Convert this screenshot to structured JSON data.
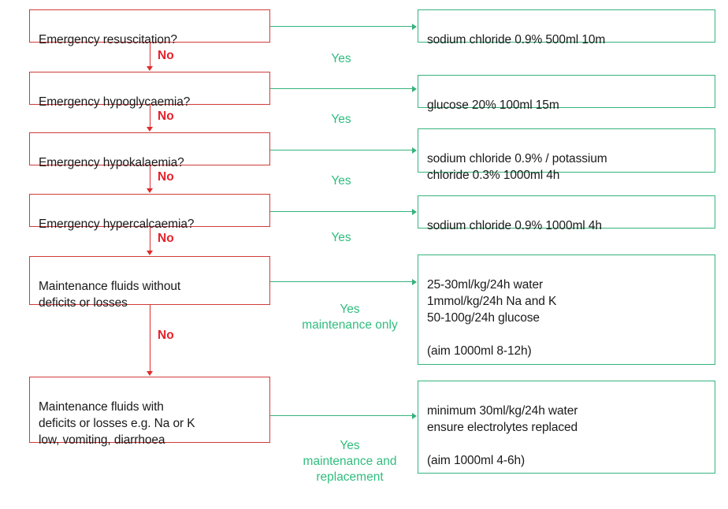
{
  "diagram": {
    "title": "IV fluid prescribing decision flowchart",
    "colors": {
      "decision_border": "#d03a3a",
      "action_border": "#36b37e",
      "no_arrow": "#e02b2b",
      "no_label": "#e8202a",
      "yes_label": "#2fbd7e",
      "text": "#1a1a1a",
      "background": "#ffffff"
    },
    "decisions": [
      {
        "id": "d1",
        "text": "Emergency resuscitation?"
      },
      {
        "id": "d2",
        "text": "Emergency hypoglycaemia?"
      },
      {
        "id": "d3",
        "text": "Emergency hypokalaemia?"
      },
      {
        "id": "d4",
        "text": "Emergency hypercalcaemia?"
      },
      {
        "id": "d5",
        "text": "Maintenance fluids without\ndeficits or losses"
      },
      {
        "id": "d6",
        "text": "Maintenance fluids with\ndeficits or losses e.g. Na or K\nlow, vomiting, diarrhoea"
      }
    ],
    "actions": [
      {
        "id": "a1",
        "text": "sodium chloride 0.9% 500ml 10m"
      },
      {
        "id": "a2",
        "text": "glucose 20% 100ml 15m"
      },
      {
        "id": "a3",
        "text": "sodium chloride 0.9% / potassium\nchloride 0.3% 1000ml 4h"
      },
      {
        "id": "a4",
        "text": "sodium chloride 0.9% 1000ml 4h"
      },
      {
        "id": "a5",
        "text": "25-30ml/kg/24h water\n1mmol/kg/24h Na and K\n50-100g/24h glucose\n\n(aim 1000ml 8-12h)"
      },
      {
        "id": "a6",
        "text": "minimum 30ml/kg/24h water\nensure electrolytes replaced\n\n(aim 1000ml 4-6h)"
      }
    ],
    "yes_labels": [
      {
        "id": "y1",
        "text": "Yes"
      },
      {
        "id": "y2",
        "text": "Yes"
      },
      {
        "id": "y3",
        "text": "Yes"
      },
      {
        "id": "y4",
        "text": "Yes"
      },
      {
        "id": "y5",
        "text": "Yes\nmaintenance only"
      },
      {
        "id": "y6",
        "text": "Yes\nmaintenance and\nreplacement"
      }
    ],
    "no_labels": [
      {
        "id": "n1",
        "text": "No"
      },
      {
        "id": "n2",
        "text": "No"
      },
      {
        "id": "n3",
        "text": "No"
      },
      {
        "id": "n4",
        "text": "No"
      },
      {
        "id": "n5",
        "text": "No"
      }
    ]
  }
}
